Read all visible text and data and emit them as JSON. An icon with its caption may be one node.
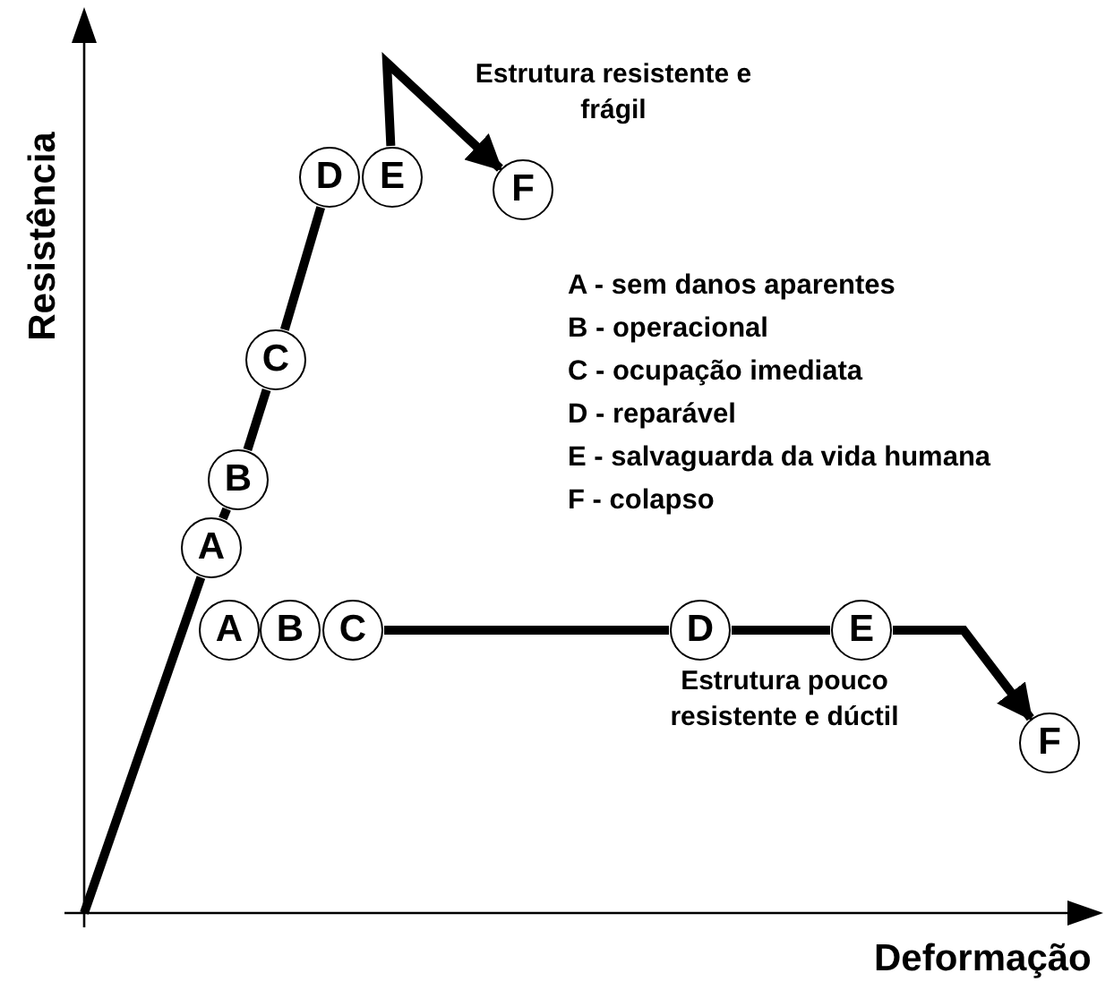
{
  "diagram": {
    "nodes": [
      {
        "text": [
          "A"
        ]
      },
      {
        "text": [
          "B"
        ]
      },
      {
        "text": [
          "C"
        ]
      },
      {
        "text": [
          "D"
        ]
      },
      {
        "text": [
          "E"
        ]
      },
      {
        "text": [
          "F"
        ]
      },
      {
        "text": [
          "A"
        ]
      },
      {
        "text": [
          "B"
        ]
      },
      {
        "text": [
          "C"
        ]
      },
      {
        "text": [
          "D"
        ]
      },
      {
        "text": [
          "E"
        ]
      },
      {
        "text": [
          "F"
        ]
      }
    ],
    "edges": [
      {
        "from": null,
        "to": 0,
        "arrow": "none"
      },
      {
        "from": 0,
        "to": 1,
        "arrow": "none"
      },
      {
        "from": 1,
        "to": 2,
        "arrow": "none"
      },
      {
        "from": 2,
        "to": 3,
        "arrow": "none"
      },
      {
        "from": 4,
        "to": 5,
        "arrow": "to"
      },
      {
        "from": 8,
        "to": 9,
        "arrow": "none"
      },
      {
        "from": 9,
        "to": 10,
        "arrow": "none"
      },
      {
        "from": 10,
        "to": 11,
        "arrow": "to"
      }
    ],
    "labels": [
      "Resistência",
      "Estrutura resistente e frágil",
      "A - sem danos aparentes",
      "B - operacional",
      "C - ocupação imediata",
      "D - reparável",
      "E - salvaguarda da vida humana",
      "F - colapso",
      "Estrutura pouco resistente e dúctil",
      "Deformação"
    ]
  }
}
